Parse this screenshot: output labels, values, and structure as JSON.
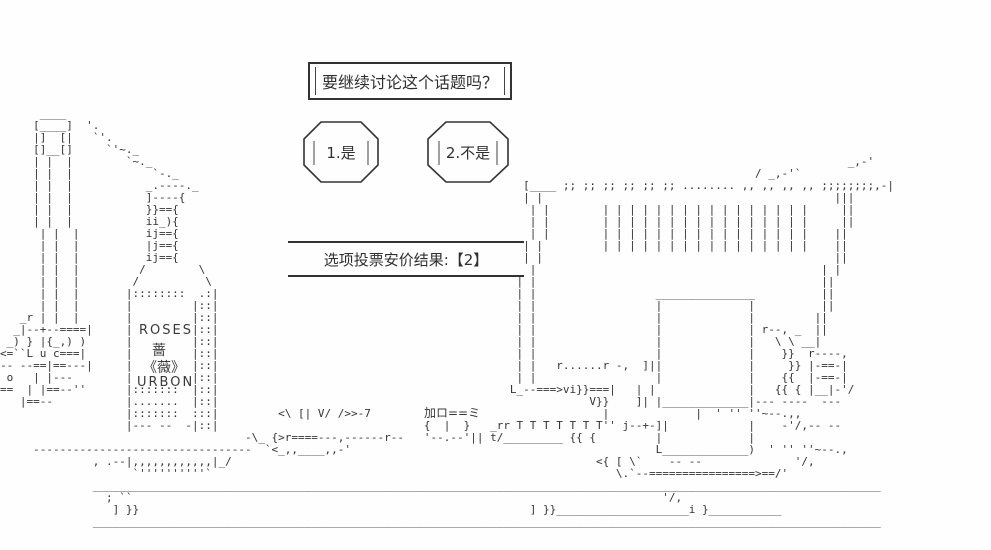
{
  "panel": {
    "dialog": {
      "text": "要继续讨论这个话题吗？"
    },
    "options": [
      {
        "label": "1.是"
      },
      {
        "label": "2.不是"
      }
    ],
    "result": {
      "text": "选项投票安价结果:【2】"
    },
    "bottle": {
      "brand_top": "ROSES",
      "kanji_1": "蔷",
      "kanji_2": "《薇》",
      "brand_bottom": "URBON"
    },
    "decor": {
      "kana_badge": "加ロ==ミ"
    },
    "colors": {
      "ink": "#333333",
      "background": "#fefefe"
    },
    "ascii": {
      "lines": [
        "",
        "",
        "",
        "",
        "",
        "",
        "",
        "",
        "",
        "      ____",
        "     [____]  '.",
        "     |]  [|   `'.",
        "     []__[]     `'~._",
        "     | |  |        `~._                                                                                                         _,-'",
        "     | |  |            `-._                                                                                       / _,-'`",
        "     | |  |           _.----._                                                 [____ ;; ;; ;; ;; ;; ;; ........ ,, ,, ,, ,, ;;;;;;;;,-|",
        "     | |  |           ]----{                                                   | |                                            |||",
        "     | |  |           }}=={                                                     | |        | | | | | | | | | | | | | | | |     ||",
        "     | |  |           ii_){                                                     | |        | | | | | | | | | | | | | | | |     ||",
        "      | |  |          ij=={                                                     | |        | | | | | | | | | | | | | | | |    ||",
        "      | |  |          |j=={                                                    | |         | | | | | | | | | | | | | | | |    ||",
        "      | |  |          ij=={                                                    | |                                            ||",
        "      | |  |         /        \\                                               | |                                           | |",
        "      | |  |        /          \\                                              | |                                           ||",
        "      | |  |       |::::::::  .:|                                             | |                  _______________          ||",
        "      | |  |       |         |::|                                             | |                  |             |          ||",
        "   _r | |  |       |         |::|                                             | |                  |             |         ||",
        "  _|--+--====|     |         |::|                                             | |                  |             | r--, _  ||",
        " _) } |{_,) )      |         |::|                                             | |                  |             |   \\ \\ __|",
        "<=``L u c===|      |         |::|                                             | |                  |             |    }}  r----,",
        "-- --==|==---|     |         |::|                                             | |   r......r -,  ]||             |     }} |-==-|",
        " o   | |---        |         |::|                                             | |                  |             |    {{  |-==-|",
        "==  | |==--''      |:::::::  |::|                                            L_--===>vi}}===|   | |              |   {{ { |__|-'/",
        "   |==--           |.......  |::|                                                        V}}    ]| |_____________|--- ----  ---",
        "                   |:::::::  :::|         <\\ [| V/ />>-7                                   |             |  ' '' ''~--.,,",
        "                   |--- --  -|::|                               {  |  }   _rr T T T T T T T'' j--+-]|            |    -'/,-- --",
        "                                     -\\_ {>r====---,------r--   '--.--'|| t/_________ {{ {         |             |",
        "     ---------------------------------  `<_,,____,,-'                                              L_____________)  ' '' ''~--.,",
        "              , .--|,,,,,,,,,,,,|_/                                                       <{ [ \\`    -- --              '/,",
        "                    `''''''''''`                                                             \\.`--================>==/'",
        "              _______________________________________________________________________________________________________________________",
        "                ; ``                                                                                '/,",
        "                 ] }}                                                           ] }}____________________i }___________",
        "              _______________________________________________________________________________________________________________________",
        "",
        ""
      ]
    }
  }
}
